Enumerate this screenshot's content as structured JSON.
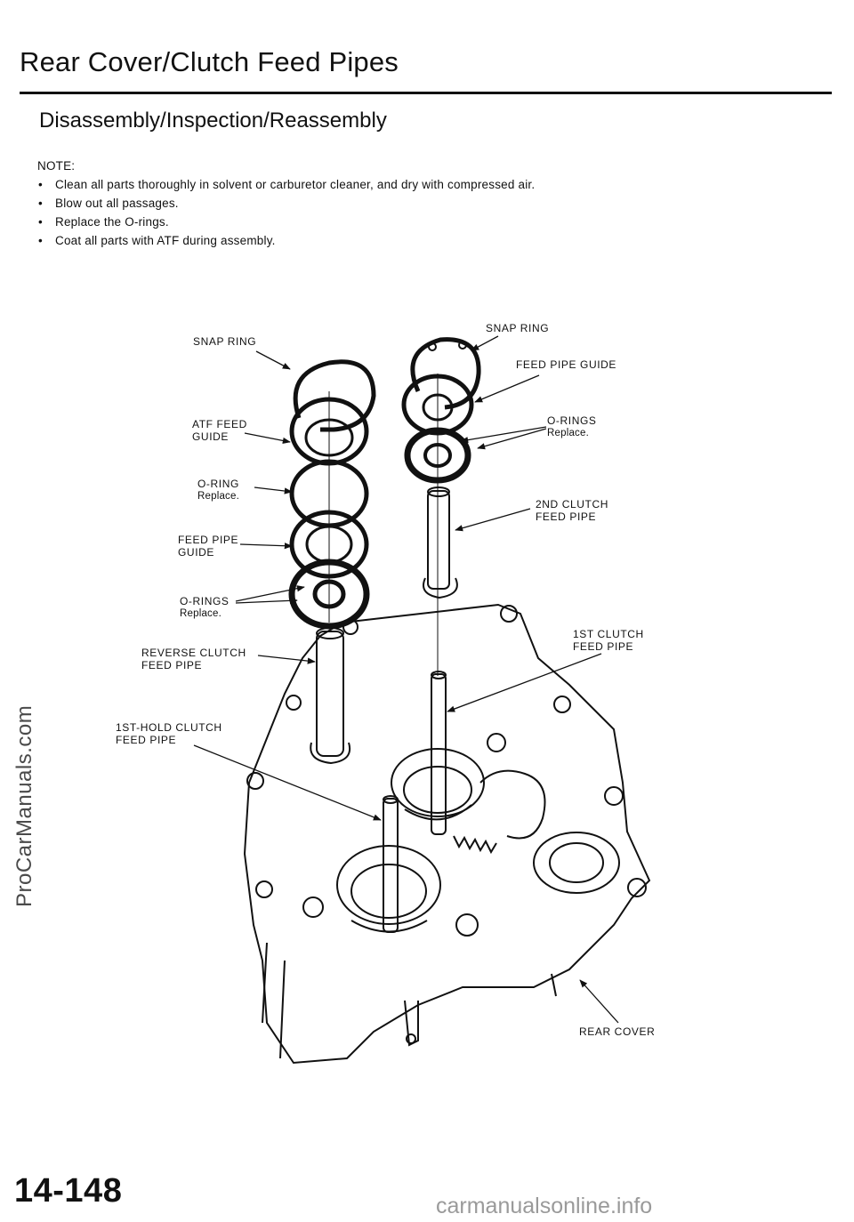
{
  "header": {
    "title": "Rear Cover/Clutch Feed Pipes",
    "subtitle": "Disassembly/Inspection/Reassembly"
  },
  "notes": {
    "heading": "NOTE:",
    "items": [
      "Clean all parts thoroughly in solvent or carburetor cleaner, and dry with compressed air.",
      "Blow out all passages.",
      "Replace the O-rings.",
      "Coat all parts with ATF during assembly."
    ]
  },
  "diagram": {
    "labels": {
      "snap_ring_left": "SNAP RING",
      "atf_feed_guide_1": "ATF FEED",
      "atf_feed_guide_2": "GUIDE",
      "o_ring_left": "O-RING",
      "o_ring_left_replace": "Replace.",
      "feed_pipe_guide_left_1": "FEED PIPE",
      "feed_pipe_guide_left_2": "GUIDE",
      "o_rings_left": "O-RINGS",
      "o_rings_left_replace": "Replace.",
      "reverse_clutch_1": "REVERSE CLUTCH",
      "reverse_clutch_2": "FEED PIPE",
      "first_hold_1": "1ST-HOLD CLUTCH",
      "first_hold_2": "FEED PIPE",
      "snap_ring_right": "SNAP RING",
      "feed_pipe_guide_right": "FEED PIPE GUIDE",
      "o_rings_right": "O-RINGS",
      "o_rings_right_replace": "Replace.",
      "second_clutch_1": "2ND CLUTCH",
      "second_clutch_2": "FEED PIPE",
      "first_clutch_1": "1ST CLUTCH",
      "first_clutch_2": "FEED PIPE",
      "rear_cover": "REAR COVER"
    }
  },
  "footer": {
    "page_number": "14-148",
    "watermark_side": "ProCarManuals.com",
    "watermark_bottom": "carmanualsonline.info"
  }
}
